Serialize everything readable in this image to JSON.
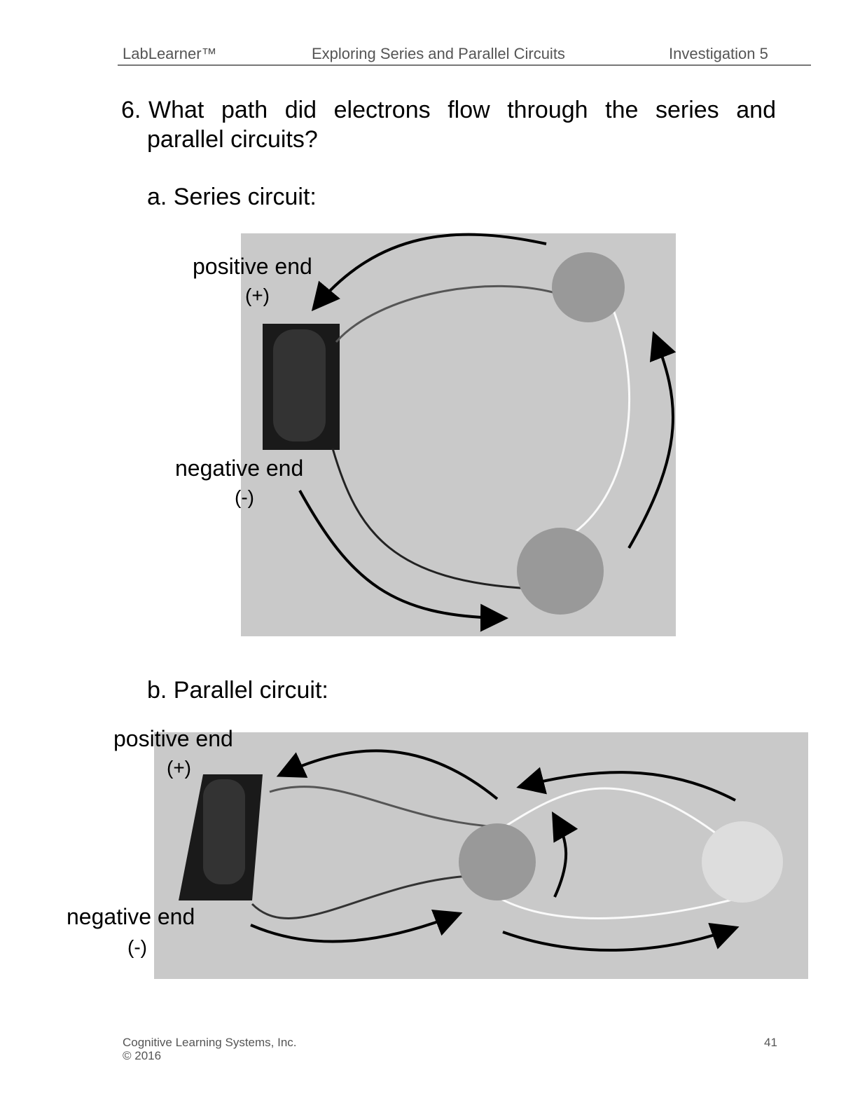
{
  "header": {
    "left": "LabLearner™",
    "center": "Exploring Series and Parallel Circuits",
    "right": "Investigation 5"
  },
  "question": {
    "number": "6.",
    "line1": "What path did electrons flow through the series and",
    "line2": "parallel circuits?"
  },
  "series": {
    "heading": "a. Series circuit:",
    "positive_label": "positive end",
    "positive_sign": "(+)",
    "negative_label": "negative end",
    "negative_sign": "(-)"
  },
  "parallel": {
    "heading": "b. Parallel circuit:",
    "positive_label": "positive end",
    "positive_sign": "(+)",
    "negative_label": "negative end",
    "negative_sign": "(-)"
  },
  "footer": {
    "company": "Cognitive Learning Systems, Inc.",
    "copyright": "© 2016",
    "page": "41"
  }
}
